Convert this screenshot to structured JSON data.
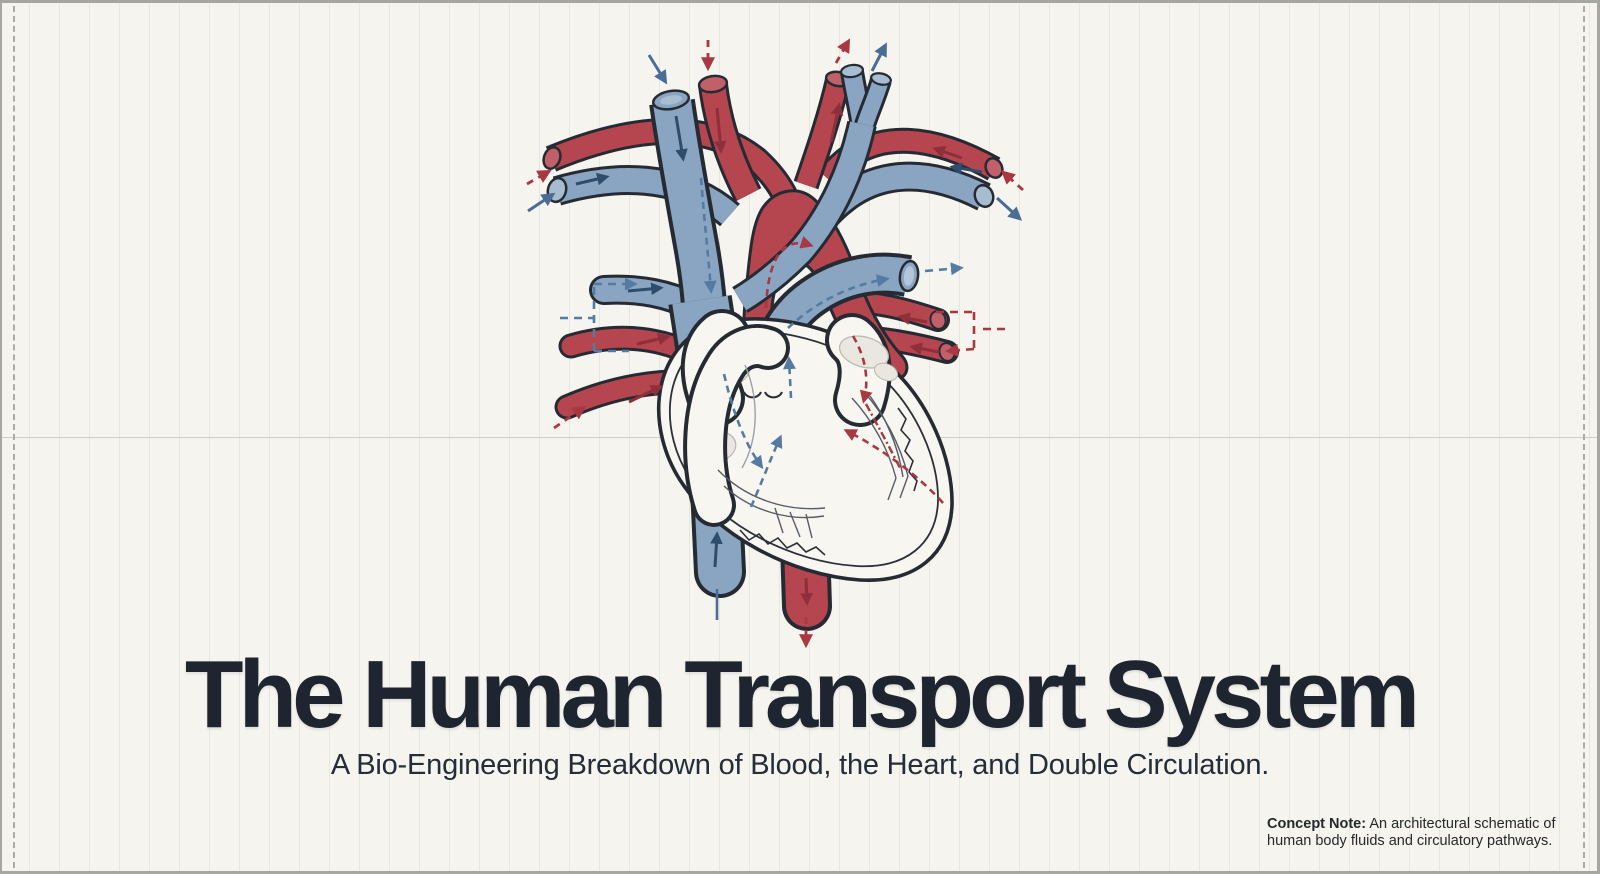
{
  "frame": {
    "background_color": "#f5f4ee",
    "grid_color": "#e7e6df",
    "margin_dash_color": "#acaca6",
    "border_color": "#a6a6a2",
    "midline_color": "#cfcfc9"
  },
  "title_block": {
    "title": "The Human Transport System",
    "subtitle": "A Bio-Engineering Breakdown of Blood, the Heart, and Double Circulation."
  },
  "concept_note": {
    "label": "Concept Note:",
    "line1": "An architectural schematic of",
    "line2": "human body fluids and circulatory pathways."
  },
  "illustration": {
    "name": "double-circulation-heart-schematic",
    "colors": {
      "artery_red": "#b5454f",
      "vein_blue": "#8aa5c1",
      "outline_dark": "#262b33",
      "chamber_fill": "#f8f6f1",
      "highlight_gray": "#e9e7e0",
      "flow_blue_solid": "#4a6d96",
      "flow_blue_dashed": "#567ba3",
      "flow_red_dashed": "#a93842",
      "flow_navy_internal": "#2e4d6c",
      "flow_darkred_internal": "#8e2f3a"
    },
    "parts": [
      "superior-vena-cava",
      "aortic-arch",
      "pulmonary-trunk",
      "left-pulmonary-artery",
      "right-pulmonary-artery",
      "pulmonary-veins-left",
      "pulmonary-veins-right",
      "systemic-vessels-left",
      "systemic-vessels-right",
      "inferior-vena-cava",
      "descending-aorta",
      "heart-cross-section",
      "right-atrium",
      "right-ventricle",
      "left-atrium",
      "left-ventricle",
      "valve-cusps",
      "flow-annotation-arrows"
    ]
  }
}
